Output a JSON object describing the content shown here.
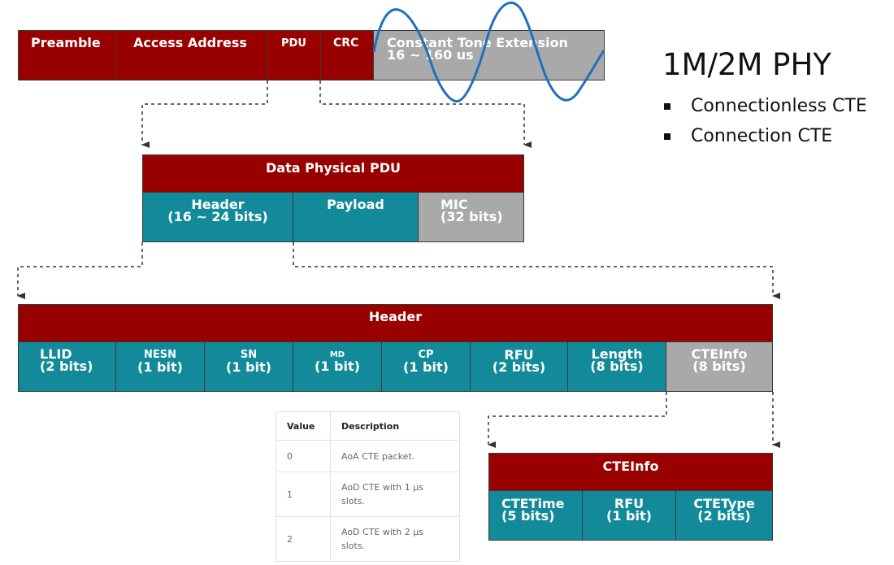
{
  "top_packet": {
    "preamble": "Preamble",
    "access_address": "Access Address",
    "pdu": "PDU",
    "crc": "CRC",
    "cte_title": "Constant Tone Extension",
    "cte_range": "16 ~ 160 us"
  },
  "phy": {
    "title": "1M/2M PHY",
    "items": [
      "Connectionless CTE",
      "Connection CTE"
    ]
  },
  "data_pdu": {
    "title": "Data Physical PDU",
    "header": "Header",
    "header_bits": "(16 ~ 24 bits)",
    "payload": "Payload",
    "mic": "MIC",
    "mic_bits": "(32 bits)"
  },
  "header": {
    "title": "Header",
    "fields": [
      {
        "name": "LLID",
        "bits": "(2 bits)"
      },
      {
        "name": "NESN",
        "bits": "(1 bit)"
      },
      {
        "name": "SN",
        "bits": "(1 bit)"
      },
      {
        "name": "MD",
        "bits": "(1 bit)"
      },
      {
        "name": "CP",
        "bits": "(1 bit)"
      },
      {
        "name": "RFU",
        "bits": "(2 bits)"
      },
      {
        "name": "Length",
        "bits": "(8 bits)"
      },
      {
        "name": "CTEInfo",
        "bits": "(8 bits)"
      }
    ]
  },
  "cteinfo": {
    "title": "CTEInfo",
    "fields": [
      {
        "name": "CTETime",
        "bits": "(5 bits)"
      },
      {
        "name": "RFU",
        "bits": "(1 bit)"
      },
      {
        "name": "CTEType",
        "bits": "(2 bits)"
      }
    ]
  },
  "table": {
    "headers": [
      "Value",
      "Description"
    ],
    "rows": [
      {
        "value": "0",
        "desc": "AoA CTE packet."
      },
      {
        "value": "1",
        "desc": "AoD CTE with 1 µs slots."
      },
      {
        "value": "2",
        "desc": "AoD CTE with 2 µs slots."
      }
    ]
  },
  "colors": {
    "red": "#990000",
    "teal": "#138a9a",
    "grey": "#a9a9a9",
    "wave": "#1f6fbf"
  }
}
